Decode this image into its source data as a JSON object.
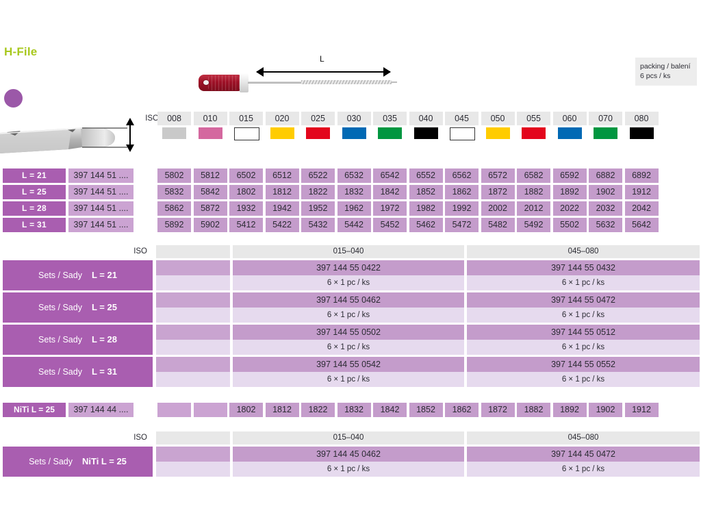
{
  "header": {
    "title": "H-File",
    "packing_line1": "packing / balení",
    "packing_line2": "6 pcs / ks",
    "length_label": "L",
    "accent_color": "#a8c81e",
    "dot_color": "#9b58a8"
  },
  "iso": {
    "label": "ISO",
    "sizes": [
      "008",
      "010",
      "015",
      "020",
      "025",
      "030",
      "035",
      "040",
      "045",
      "050",
      "055",
      "060",
      "070",
      "080"
    ],
    "colors": [
      "#c9c9c9",
      "#d4689f",
      "#ffffff",
      "#ffcc00",
      "#e3051c",
      "#0069b4",
      "#009640",
      "#000000",
      "#ffffff",
      "#ffcc00",
      "#e3051c",
      "#0069b4",
      "#009640",
      "#000000"
    ]
  },
  "main_table": {
    "ref_prefix": "397 144 51 ....",
    "rows": [
      {
        "length": "L = 21",
        "ref": "397 144 51 ....",
        "codes": [
          "5802",
          "5812",
          "6502",
          "6512",
          "6522",
          "6532",
          "6542",
          "6552",
          "6562",
          "6572",
          "6582",
          "6592",
          "6882",
          "6892"
        ]
      },
      {
        "length": "L = 25",
        "ref": "397 144 51 ....",
        "codes": [
          "5832",
          "5842",
          "1802",
          "1812",
          "1822",
          "1832",
          "1842",
          "1852",
          "1862",
          "1872",
          "1882",
          "1892",
          "1902",
          "1912"
        ]
      },
      {
        "length": "L = 28",
        "ref": "397 144 51 ....",
        "codes": [
          "5862",
          "5872",
          "1932",
          "1942",
          "1952",
          "1962",
          "1972",
          "1982",
          "1992",
          "2002",
          "2012",
          "2022",
          "2032",
          "2042"
        ]
      },
      {
        "length": "L = 31",
        "ref": "397 144 51 ....",
        "codes": [
          "5892",
          "5902",
          "5412",
          "5422",
          "5432",
          "5442",
          "5452",
          "5462",
          "5472",
          "5482",
          "5492",
          "5502",
          "5632",
          "5642"
        ]
      }
    ]
  },
  "sets_steel": {
    "iso_label": "ISO",
    "range_left": "015–040",
    "range_right": "045–080",
    "rows": [
      {
        "title": "Sets / Sady",
        "length": "L = 21",
        "code_left": "397 144 55 0422",
        "qty_left": "6 × 1 pc / ks",
        "code_right": "397 144 55 0432",
        "qty_right": "6 × 1 pc / ks"
      },
      {
        "title": "Sets / Sady",
        "length": "L = 25",
        "code_left": "397 144 55 0462",
        "qty_left": "6 × 1 pc / ks",
        "code_right": "397 144 55 0472",
        "qty_right": "6 × 1 pc / ks"
      },
      {
        "title": "Sets / Sady",
        "length": "L = 28",
        "code_left": "397 144 55 0502",
        "qty_left": "6 × 1 pc / ks",
        "code_right": "397 144 55 0512",
        "qty_right": "6 × 1 pc / ks"
      },
      {
        "title": "Sets / Sady",
        "length": "L = 31",
        "code_left": "397 144 55 0542",
        "qty_left": "6 × 1 pc / ks",
        "code_right": "397 144 55 0552",
        "qty_right": "6 × 1 pc / ks"
      }
    ]
  },
  "niti_row": {
    "length": "NiTi  L = 25",
    "ref": "397 144 44 ....",
    "codes": [
      "",
      "",
      "1802",
      "1812",
      "1822",
      "1832",
      "1842",
      "1852",
      "1862",
      "1872",
      "1882",
      "1892",
      "1902",
      "1912"
    ]
  },
  "sets_niti": {
    "iso_label": "ISO",
    "range_left": "015–040",
    "range_right": "045–080",
    "rows": [
      {
        "title": "Sets / Sady",
        "length": "NiTi  L = 25",
        "code_left": "397 144 45 0462",
        "qty_left": "6 × 1 pc / ks",
        "code_right": "397 144 45 0472",
        "qty_right": "6 × 1 pc / ks"
      }
    ]
  }
}
